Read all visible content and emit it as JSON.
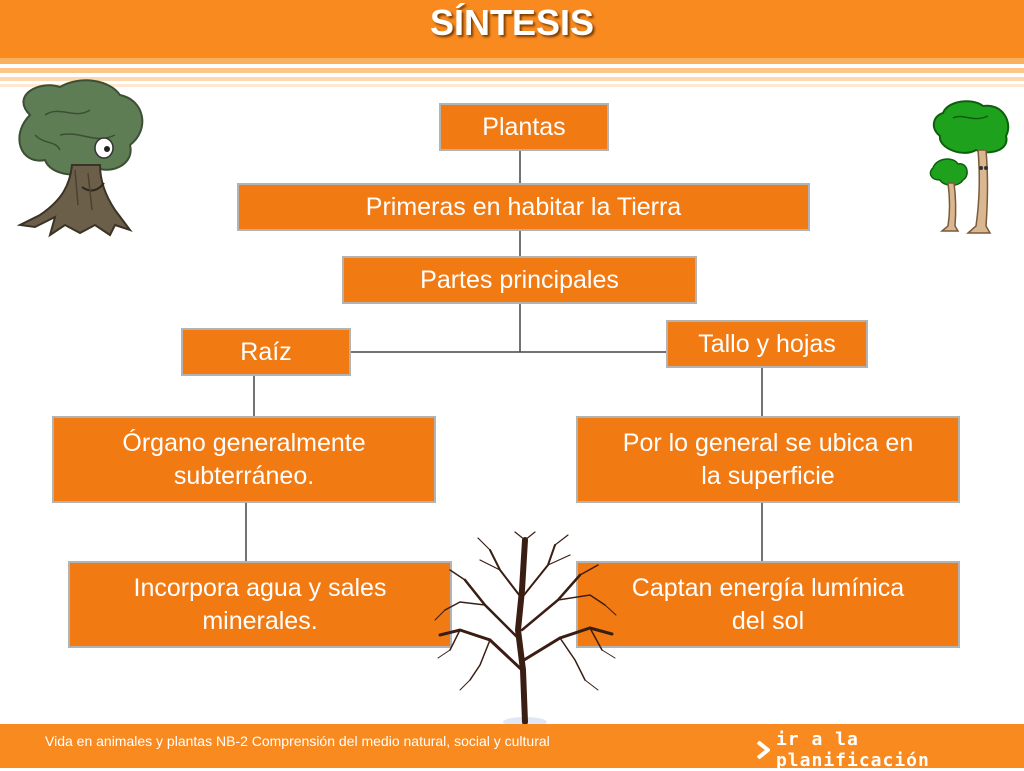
{
  "header": {
    "title": "SÍNTESIS"
  },
  "diagram": {
    "root": "Plantas",
    "level1": "Primeras en habitar la Tierra",
    "level2": "Partes principales",
    "left": {
      "title": "Raíz",
      "desc_line1": "Órgano generalmente",
      "desc_line2": "subterráneo.",
      "detail_line1": "Incorpora agua y sales",
      "detail_line2": "minerales."
    },
    "right": {
      "title": "Tallo y hojas",
      "desc_line1": "Por lo general se ubica  en",
      "desc_line2": "la superficie",
      "detail_line1": "Captan energía lumínica",
      "detail_line2": "del sol"
    }
  },
  "footer": {
    "text": "Vida en animales y plantas NB-2  Comprensión del medio natural, social y cultural",
    "link_label": "ir a la planificación"
  },
  "colors": {
    "header": "#f98a1f",
    "box": "#f27a13",
    "connector": "#444444"
  },
  "icons": [
    "cartoon-tree-left-icon",
    "cartoon-tree-right-icon",
    "bare-tree-icon",
    "arrow-right-icon"
  ]
}
